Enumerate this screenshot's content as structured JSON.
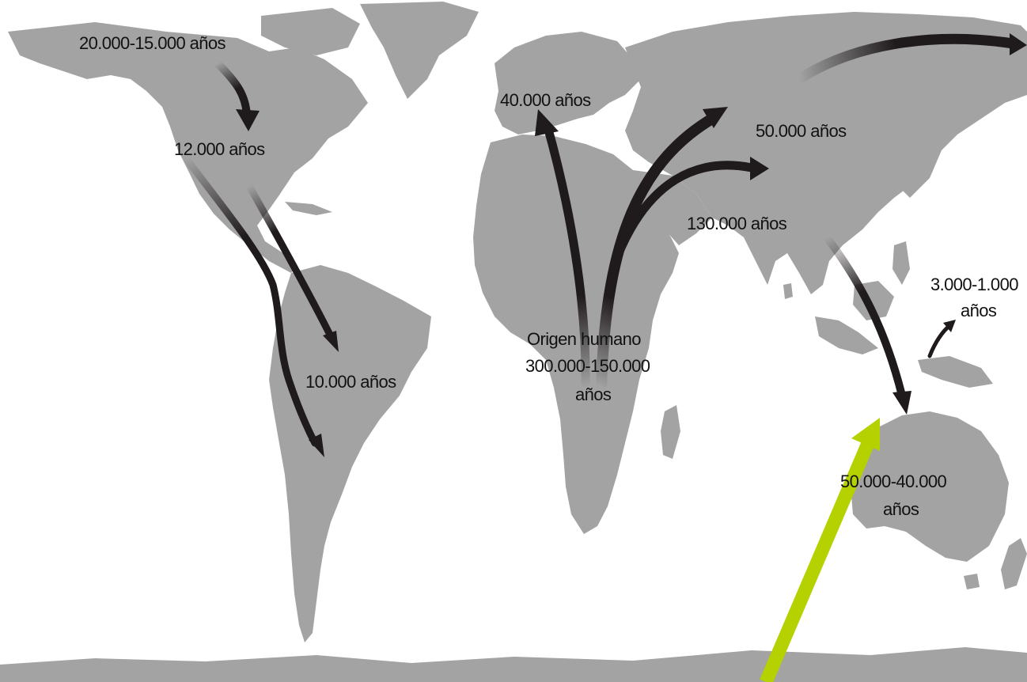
{
  "map": {
    "colors": {
      "background": "#ffffff",
      "land": "#a3a3a3",
      "arrow": "#1f1a1c",
      "highlight_arrow": "#b5d100"
    },
    "labels": {
      "north_america_entry": "20.000-15.000 años",
      "north_america_south": "12.000 años",
      "south_america": "10.000 años",
      "europe": "40.000 años",
      "asia_north": "50.000 años",
      "asia_south": "130.000 años",
      "pacific_line1": "3.000-1.000",
      "pacific_line2": "años",
      "origin_line1": "Origen humano",
      "origin_line2": "300.000-150.000",
      "origin_line3": "años",
      "australia_line1": "50.000-40.000",
      "australia_line2": "años"
    }
  }
}
